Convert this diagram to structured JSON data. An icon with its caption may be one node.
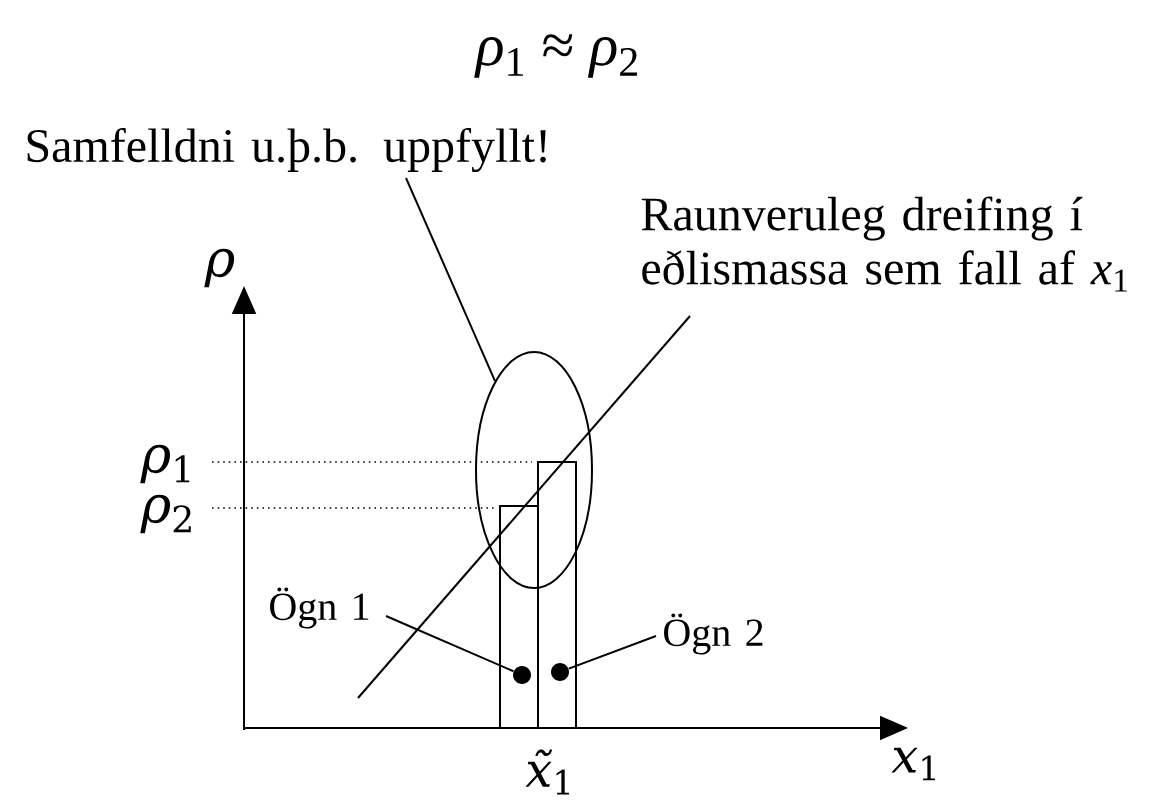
{
  "diagram": {
    "title": "*ρ*$_{1}$ ≈ *ρ*$_{2}$",
    "nodes": [
      {
        "text": [
          "Samfelldni u.þ.b. uppfyllt!"
        ]
      },
      {
        "text": [],
        "shape": "ellipse"
      },
      {
        "text": [
          "Raunveruleg dreifing í eðlismassa sem fall af *x*$_{1}$"
        ]
      },
      {
        "text": [],
        "shape": "bar"
      },
      {
        "text": [],
        "shape": "circle",
        "in": 3
      },
      {
        "text": [],
        "shape": "bar"
      },
      {
        "text": [],
        "shape": "circle",
        "in": 5
      },
      {
        "text": [
          "Ögn 1"
        ]
      },
      {
        "text": [
          "Ögn 2"
        ]
      }
    ],
    "edges": [
      {
        "from": 0,
        "to": 1,
        "arrow": "none"
      },
      {
        "from": 2,
        "to": null,
        "arrow": "none"
      },
      {
        "from": 7,
        "to": 4,
        "arrow": "none"
      },
      {
        "from": 8,
        "to": 6,
        "arrow": "none"
      }
    ],
    "labels": [
      "*ρ*",
      "*ρ*$_{1}$",
      "*ρ*$_{2}$",
      "*x̃*$_{1}$",
      "*x*$_{1}$"
    ]
  }
}
